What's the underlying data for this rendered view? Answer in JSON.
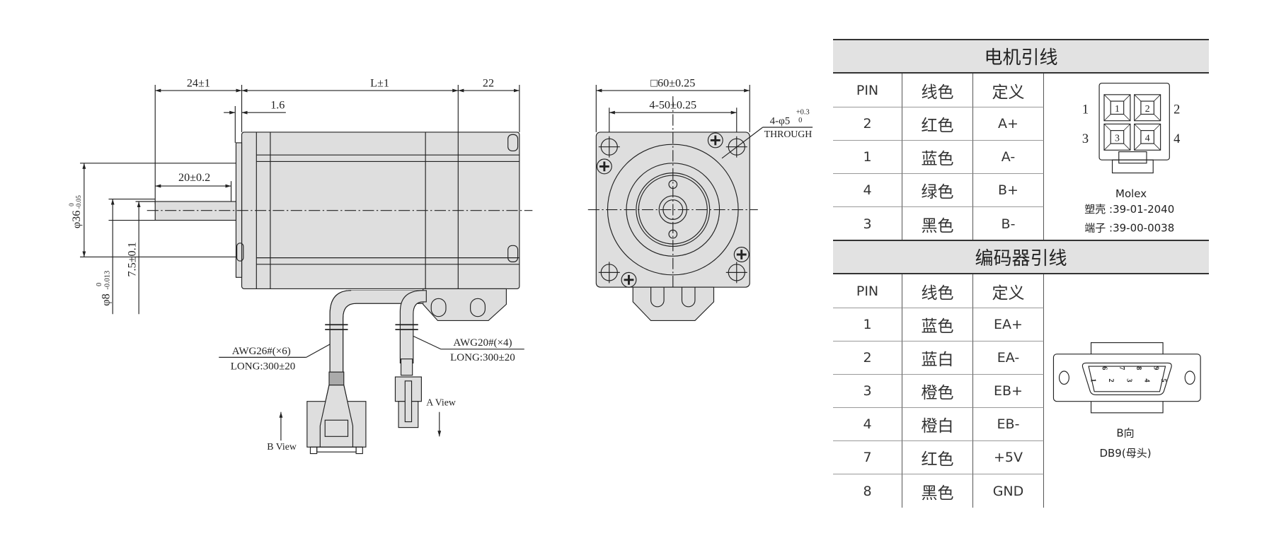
{
  "side_view": {
    "dim_shaft_len": "24±1",
    "dim_body_len": "L±1",
    "dim_rear": "22",
    "dim_flange": "1.6",
    "dim_key_len": "20±0.2",
    "dim_pilot": "φ36",
    "dim_pilot_tol_upper": "0",
    "dim_pilot_tol_lower": "-0.05",
    "dim_shaft_dia": "φ8",
    "dim_shaft_tol_upper": "0",
    "dim_shaft_tol_lower": "-0.013",
    "dim_flat": "7.5±0.1",
    "cable1_spec": "AWG26#(×6)",
    "cable1_len": "LONG:300±20",
    "cable2_spec": "AWG20#(×4)",
    "cable2_len": "LONG:300±20",
    "a_view": "A View",
    "b_view": "B View"
  },
  "front_view": {
    "dim_square": "□60±0.25",
    "dim_holes_pitch": "4-50±0.25",
    "dim_hole": "4-φ5",
    "dim_hole_tol_upper": "+0.3",
    "dim_hole_tol_lower": "0",
    "dim_hole_through": "THROUGH"
  },
  "motor_table": {
    "title": "电机引线",
    "headers": [
      "PIN",
      "线色",
      "定义"
    ],
    "rows": [
      {
        "pin": "2",
        "color": "红色",
        "def": "A+"
      },
      {
        "pin": "1",
        "color": "蓝色",
        "def": "A-"
      },
      {
        "pin": "4",
        "color": "绿色",
        "def": "B+"
      },
      {
        "pin": "3",
        "color": "黑色",
        "def": "B-"
      }
    ],
    "connector": {
      "pins": [
        "1",
        "2",
        "3",
        "4"
      ],
      "brand": "Molex",
      "housing": "塑壳 :39-01-2040",
      "terminal": "端子 :39-00-0038"
    }
  },
  "encoder_table": {
    "title": "编码器引线",
    "headers": [
      "PIN",
      "线色",
      "定义"
    ],
    "rows": [
      {
        "pin": "1",
        "color": "蓝色",
        "def": "EA+"
      },
      {
        "pin": "2",
        "color": "蓝白",
        "def": "EA-"
      },
      {
        "pin": "3",
        "color": "橙色",
        "def": "EB+"
      },
      {
        "pin": "4",
        "color": "橙白",
        "def": "EB-"
      },
      {
        "pin": "7",
        "color": "红色",
        "def": "+5V"
      },
      {
        "pin": "8",
        "color": "黑色",
        "def": "GND"
      }
    ],
    "connector": {
      "pins_top": [
        "6",
        "7",
        "8",
        "9"
      ],
      "pins_bottom": [
        "1",
        "2",
        "3",
        "4",
        "5"
      ],
      "view": "B向",
      "type": "DB9(母头)"
    }
  }
}
